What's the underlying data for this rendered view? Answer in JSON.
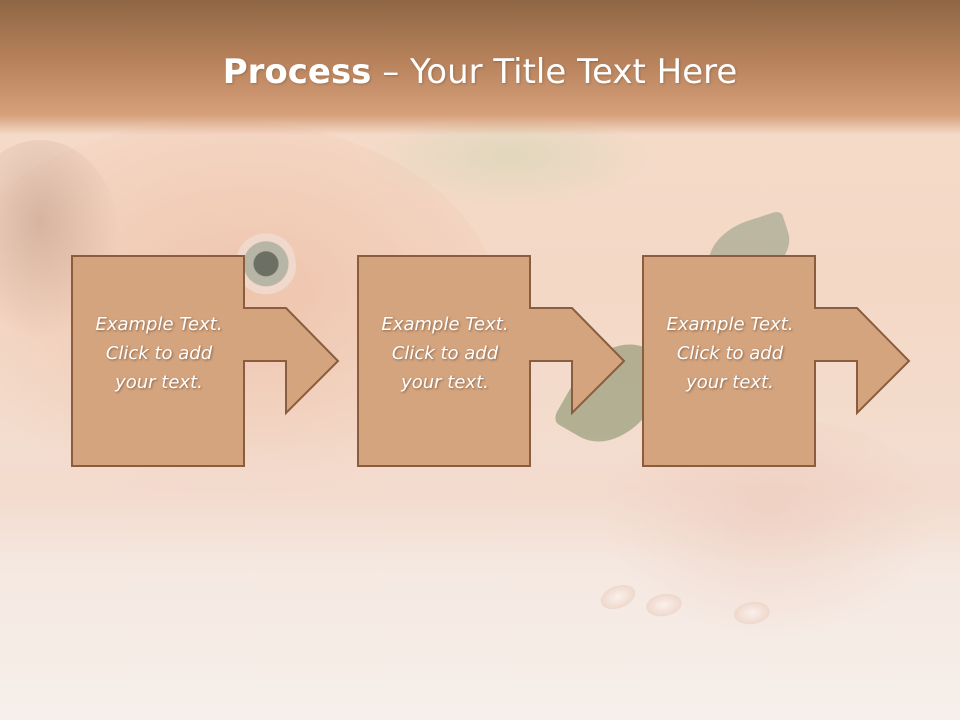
{
  "slide": {
    "title_bold": "Process",
    "title_rest": " – Your Title Text Here"
  },
  "steps": [
    {
      "line1": "Example Text.",
      "line2": "Click  to add",
      "line3": "your text."
    },
    {
      "line1": "Example Text.",
      "line2": "Click  to add",
      "line3": "your text."
    },
    {
      "line1": "Example Text.",
      "line2": "Click  to add",
      "line3": "your text."
    }
  ],
  "colors": {
    "box_fill": "#d4a47e",
    "box_stroke": "#8a5d3e",
    "title_bar": "#b7825b"
  }
}
